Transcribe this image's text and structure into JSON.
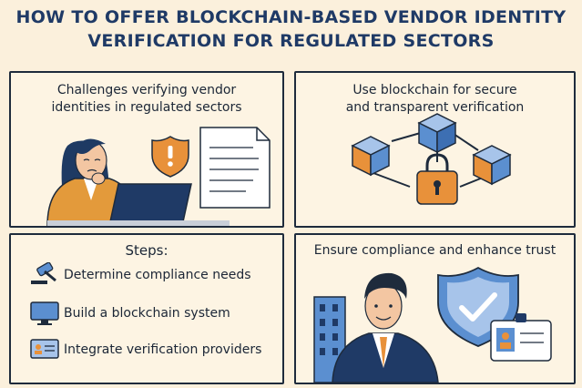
{
  "title": {
    "line1": "HOW TO OFFER BLOCKCHAIN-BASED VENDOR IDENTITY",
    "line2": "VERIFICATION FOR REGULATED SECTORS"
  },
  "panel_challenges": {
    "line1": "Challenges verifying vendor",
    "line2": "identities in regulated sectors"
  },
  "panel_blockchain": {
    "line1": "Use blockchain for secure",
    "line2": "and transparent verification"
  },
  "panel_steps": {
    "heading": "Steps:",
    "items": [
      {
        "label": "Determine compliance needs",
        "icon": "gavel-icon"
      },
      {
        "label": "Build a blockchain system",
        "icon": "monitor-icon"
      },
      {
        "label": "Integrate verification providers",
        "icon": "id-card-icon"
      }
    ]
  },
  "panel_trust": {
    "line1": "Ensure compliance and enhance trust"
  },
  "colors": {
    "navy": "#1f3a66",
    "orange": "#e8913a",
    "blue": "#5b8fd0",
    "background": "#fbf0dc"
  }
}
